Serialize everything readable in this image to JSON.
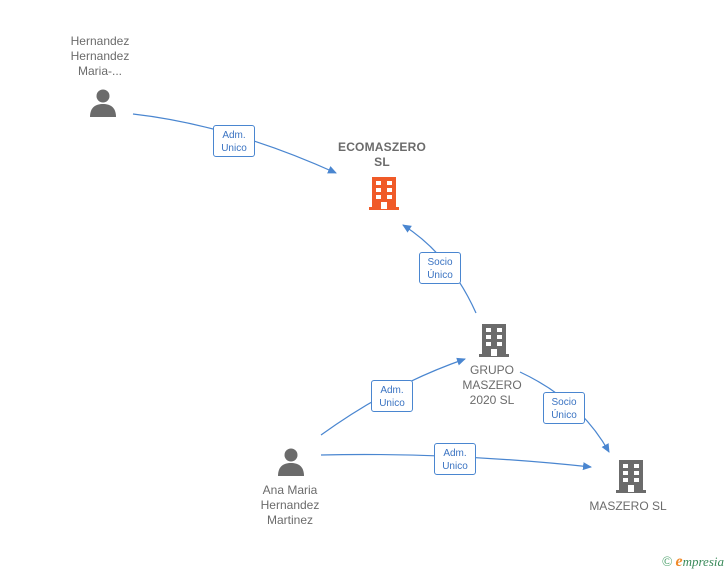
{
  "nodes": {
    "hernandez": {
      "label": "Hernandez\nHernandez\nMaria-...",
      "icon": "person-icon"
    },
    "ecomaszero": {
      "label": "ECOMASZERO\nSL",
      "icon": "building-icon",
      "color": "#f05a28"
    },
    "grupo": {
      "label": "GRUPO\nMASZERO\n2020  SL",
      "icon": "building-icon"
    },
    "ana": {
      "label": "Ana Maria\nHernandez\nMartinez",
      "icon": "person-icon"
    },
    "maszero": {
      "label": "MASZERO  SL",
      "icon": "building-icon"
    }
  },
  "edges": {
    "e1": {
      "label": "Adm.\nUnico"
    },
    "e2": {
      "label": "Socio\nÚnico"
    },
    "e3": {
      "label": "Adm.\nUnico"
    },
    "e4": {
      "label": "Socio\nÚnico"
    },
    "e5": {
      "label": "Adm.\nUnico"
    }
  },
  "colors": {
    "edge": "#4a86d0",
    "node_gray": "#6b6b6b",
    "focus": "#f05a28"
  },
  "footer": {
    "copyright": "©",
    "brand_initial": "e",
    "brand_rest": "mpresia"
  }
}
